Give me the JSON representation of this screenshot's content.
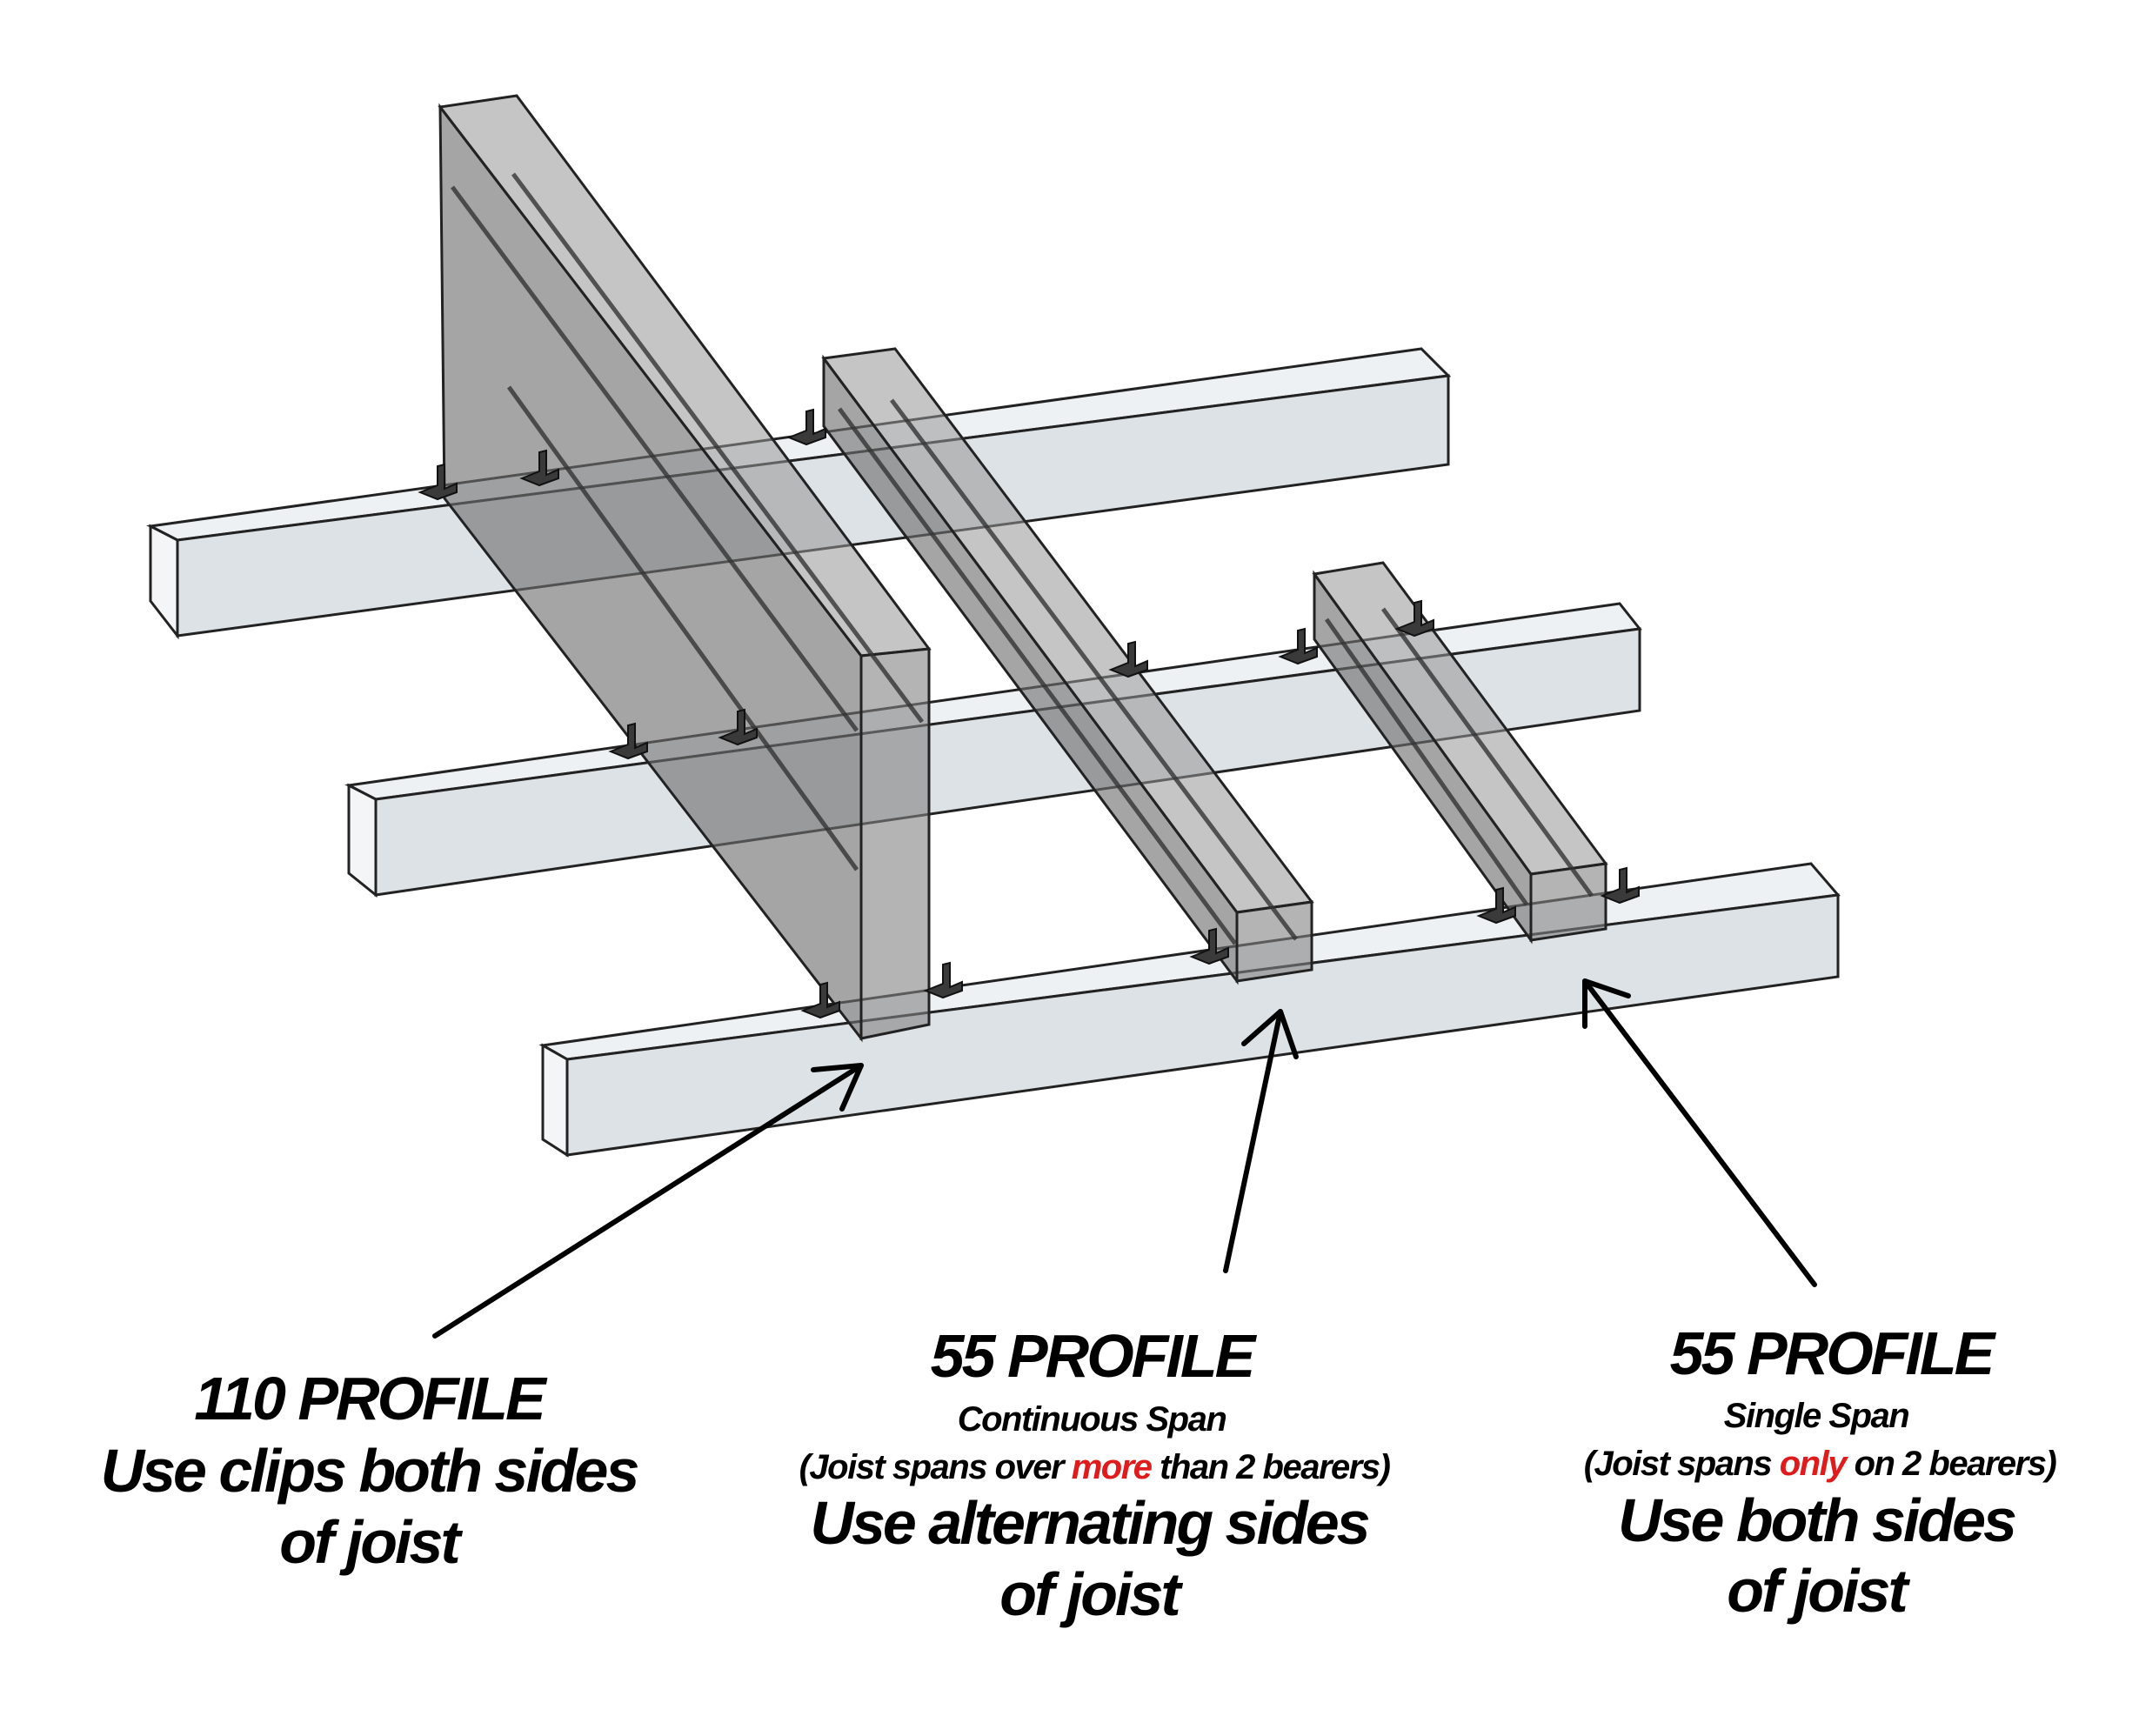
{
  "labels": {
    "profile_110": {
      "title": "110 PROFILE",
      "line1": "Use clips both sides",
      "line2": "of joist"
    },
    "profile_55_continuous": {
      "title": "55 PROFILE",
      "subtitle": "Continuous Span",
      "note_prefix": "(Joist spans over ",
      "note_emphasis": "more",
      "note_suffix": " than 2 bearers)",
      "line1": "Use alternating sides",
      "line2": "of joist"
    },
    "profile_55_single": {
      "title": "55 PROFILE",
      "subtitle": "Single Span",
      "note_prefix": "(Joist spans ",
      "note_emphasis": "only",
      "note_suffix": " on 2 bearers)",
      "line1": "Use both sides",
      "line2": "of joist"
    }
  },
  "colors": {
    "emphasis": "#e01b1b",
    "text": "#000000"
  }
}
